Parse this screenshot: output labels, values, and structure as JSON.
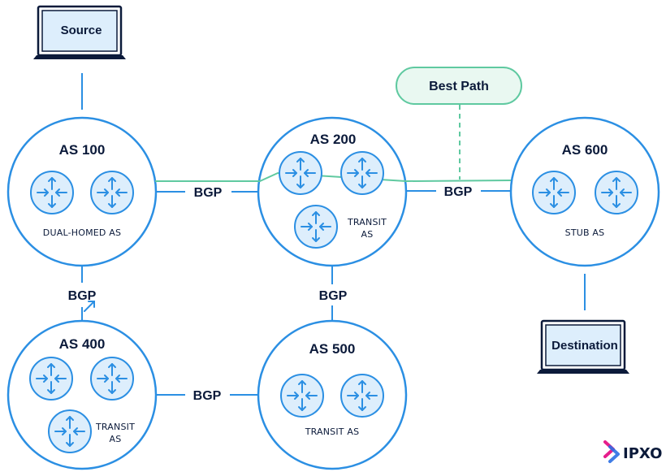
{
  "colors": {
    "circle_stroke": "#2b8fe3",
    "router_fill": "#ddeefc",
    "router_stroke": "#2b8fe3",
    "text": "#0b1a3a",
    "best_path": "#5fc9a0",
    "best_path_fill": "#e9f8f1",
    "logo_pink": "#e61e8c",
    "logo_blue": "#2b6fe3"
  },
  "devices": {
    "source": {
      "label": "Source",
      "icon": "laptop-icon"
    },
    "destination": {
      "label": "Destination",
      "icon": "laptop-icon"
    }
  },
  "best_path": {
    "label": "Best Path"
  },
  "autonomous_systems": [
    {
      "id": "as100",
      "title": "AS 100",
      "subtitle": [
        "DUAL-HOMED AS"
      ],
      "routers": 2
    },
    {
      "id": "as200",
      "title": "AS 200",
      "subtitle": [
        "TRANSIT",
        "AS"
      ],
      "routers": 3
    },
    {
      "id": "as600",
      "title": "AS 600",
      "subtitle": [
        "STUB AS"
      ],
      "routers": 2
    },
    {
      "id": "as400",
      "title": "AS 400",
      "subtitle": [
        "TRANSIT",
        "AS"
      ],
      "routers": 3
    },
    {
      "id": "as500",
      "title": "AS 500",
      "subtitle": [
        "TRANSIT AS"
      ],
      "routers": 2
    }
  ],
  "links": [
    {
      "from": "as100",
      "to": "as200",
      "label": "BGP"
    },
    {
      "from": "as200",
      "to": "as600",
      "label": "BGP"
    },
    {
      "from": "as100",
      "to": "as400",
      "label": "BGP"
    },
    {
      "from": "as200",
      "to": "as500",
      "label": "BGP"
    },
    {
      "from": "as400",
      "to": "as500",
      "label": "BGP"
    }
  ],
  "logo": {
    "text": "IPXO",
    "icon": "ipxo-logo-icon"
  }
}
